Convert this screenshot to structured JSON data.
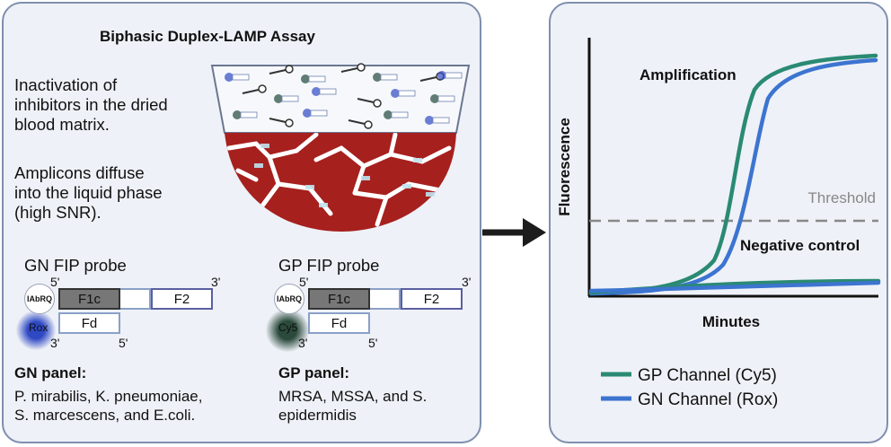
{
  "left": {
    "title": "Biphasic Duplex-LAMP Assay",
    "intro_lines": [
      "Inactivation of",
      "inhibitors in the dried",
      "blood matrix."
    ],
    "diffuse_lines": [
      "Amplicons diffuse",
      "into the liquid phase",
      "(high SNR)."
    ]
  },
  "gn_probe": {
    "title": "GN FIP probe",
    "quencher": "IAbRQ",
    "fluor": "Rox",
    "fluor_color": "#3a57c7",
    "f1c": "F1c",
    "f2": "F2",
    "fd": "Fd",
    "p5a": "5'",
    "p3a": "3'",
    "p3b": "3'",
    "p5b": "5'"
  },
  "gp_probe": {
    "title": "GP FIP probe",
    "quencher": "IAbRQ",
    "fluor": "Cy5",
    "fluor_color": "#2f5a44",
    "f1c": "F1c",
    "f2": "F2",
    "fd": "Fd",
    "p5a": "5'",
    "p3a": "3'",
    "p3b": "3'",
    "p5b": "5'"
  },
  "gn_panel": {
    "heading": "GN panel:",
    "lines": [
      "P. mirabilis, K. pneumoniae,",
      "S. marcescens, and E.coli."
    ]
  },
  "gp_panel": {
    "heading": "GP panel:",
    "lines": [
      "MRSA, MSSA, and S.",
      "epidermidis"
    ]
  },
  "chart_data": {
    "type": "line",
    "xlabel": "Minutes",
    "ylabel": "Fluorescence",
    "threshold_label": "Threshold",
    "annotations": [
      "Amplification",
      "Negative control"
    ],
    "series": [
      {
        "name": "GP Channel (Cy5)",
        "color": "#2a8a73"
      },
      {
        "name": "GN Channel (Rox)",
        "color": "#3c74d0"
      }
    ]
  },
  "colors": {
    "panel_bg": "#eef1f7",
    "panel_border": "#7f8fae",
    "blood": "#a6201e",
    "threshold": "#888888"
  }
}
